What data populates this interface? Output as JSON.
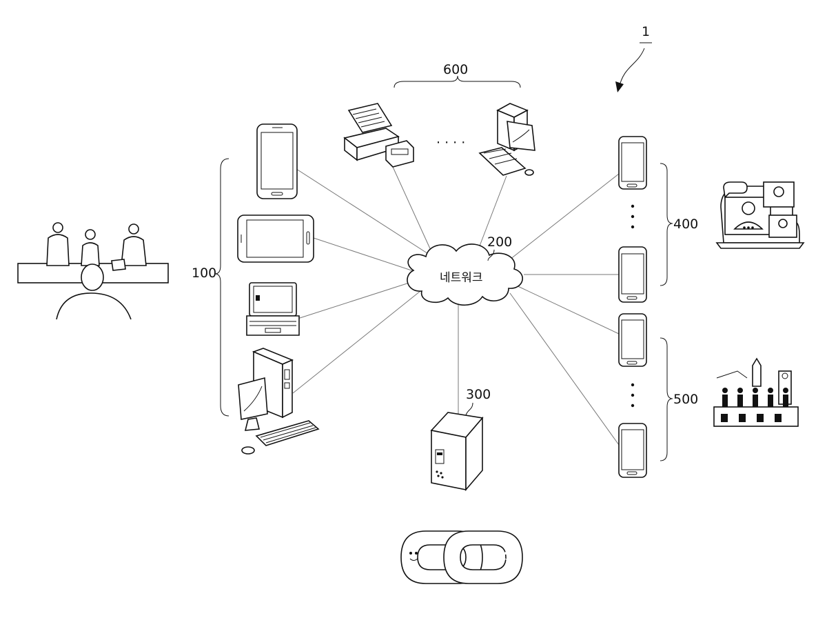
{
  "labels": {
    "system": "1",
    "group_user_devices": "100",
    "network_ref": "200",
    "network_name": "네트워크",
    "server": "300",
    "group_400": "400",
    "group_500": "500",
    "group_600": "600",
    "ellipsis_horizontal": "· · · ·"
  }
}
